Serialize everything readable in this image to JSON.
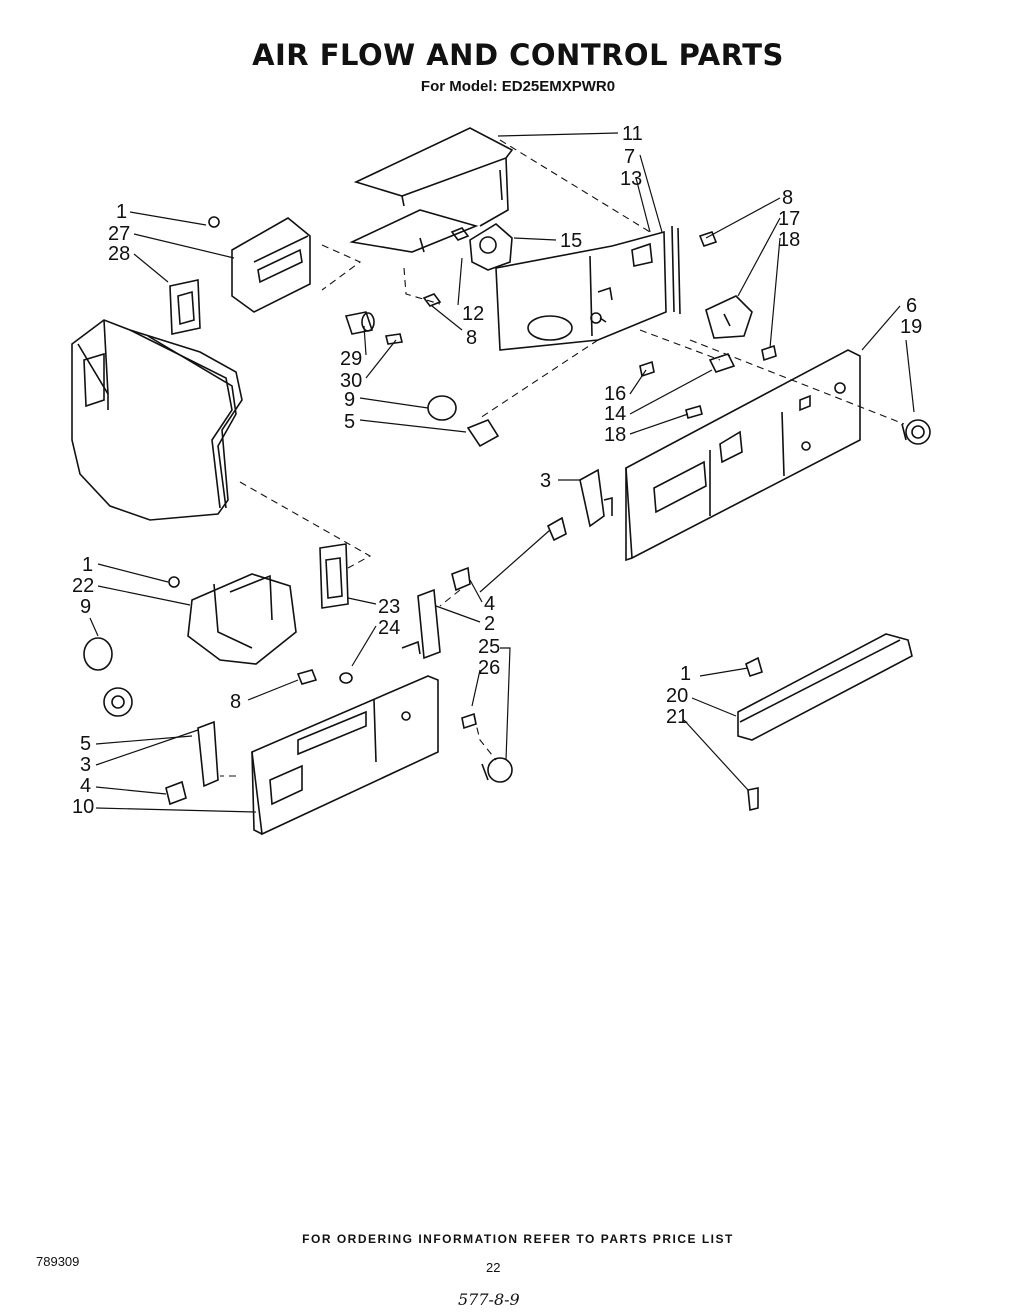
{
  "header": {
    "title": "AIR FLOW AND CONTROL PARTS",
    "subtitle": "For Model: ED25EMXPWR0"
  },
  "footer": {
    "ordering_note": "FOR ORDERING INFORMATION REFER TO PARTS PRICE LIST",
    "document_number": "789309",
    "page_number": "22",
    "handwritten_note": "577-8-9"
  },
  "callouts": [
    "11",
    "7",
    "13",
    "15",
    "8",
    "17",
    "18",
    "6",
    "19",
    "1",
    "27",
    "28",
    "12",
    "8",
    "29",
    "30",
    "9",
    "5",
    "16",
    "14",
    "18",
    "3",
    "1",
    "22",
    "9",
    "23",
    "24",
    "4",
    "2",
    "25",
    "26",
    "8",
    "5",
    "3",
    "4",
    "10",
    "1",
    "20",
    "21"
  ]
}
